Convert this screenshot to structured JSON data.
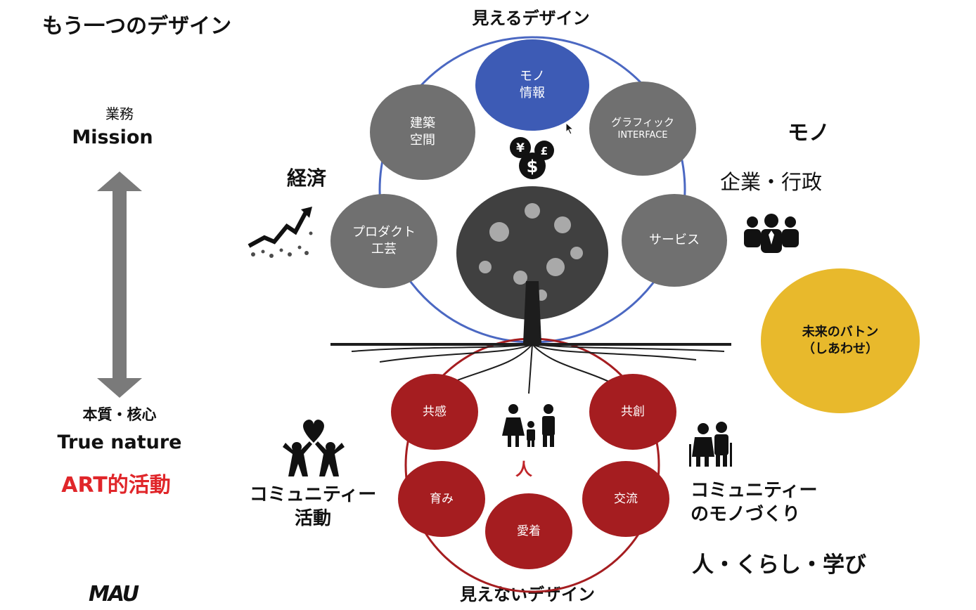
{
  "title": "もう一つのデザイン",
  "left": {
    "top_jp": "業務",
    "top_en": "Mission",
    "bottom_jp": "本質・核心",
    "bottom_en": "True nature",
    "art": "ART的活動"
  },
  "visible_design": "見えるデザイン",
  "invisible_design": "見えないデザイン",
  "top_circles": {
    "mono": [
      "モノ",
      "情報"
    ],
    "kenchiku": [
      "建築",
      "空間"
    ],
    "graphic": [
      "グラフィック",
      "INTERFACE"
    ],
    "product": [
      "プロダクト",
      "工芸"
    ],
    "service": [
      "サービス"
    ]
  },
  "bottom_circles": {
    "kyokan": "共感",
    "kyoso": "共創",
    "hagukumi": "育み",
    "koryu": "交流",
    "aichaku": "愛着"
  },
  "center_person": "人",
  "labels": {
    "keizai": "経済",
    "mono_right": "モノ",
    "kigyo": "企業・行政",
    "community_left": [
      "コミュニティー",
      "活動"
    ],
    "community_right": [
      "コミュニティー",
      "のモノづくり"
    ],
    "hito_kurashi": "人・くらし・学び"
  },
  "baton": [
    "未来のバトン",
    "（しあわせ）"
  ],
  "logo": "MAU",
  "colors": {
    "blue": "#3d5bb5",
    "gray": "#707070",
    "red": "#a51d20",
    "yellow": "#e8b92c",
    "arrow": "#7a7a7a",
    "art_red": "#e0262a"
  }
}
